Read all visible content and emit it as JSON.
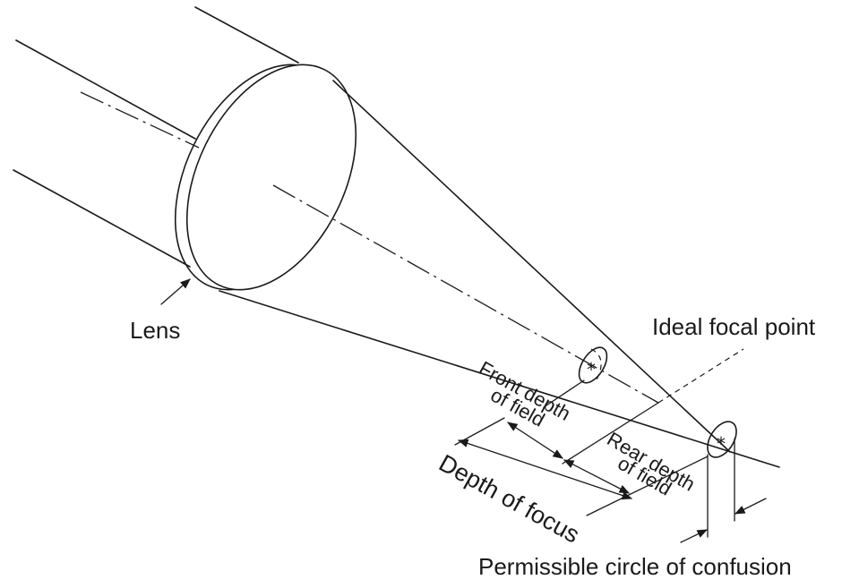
{
  "labels": {
    "lens": "Lens",
    "ideal_focal_point": "Ideal focal point",
    "front_depth_line1": "Front depth",
    "front_depth_line2": "of field",
    "rear_depth_line1": "Rear depth",
    "rear_depth_line2": "of field",
    "depth_of_focus": "Depth of focus",
    "permissible_circle": "Permissible circle of confusion"
  },
  "symbols": {
    "front_circle_mark": "*",
    "rear_circle_mark": "*"
  },
  "colors": {
    "ink": "#1a1a1a",
    "background": "#ffffff"
  }
}
